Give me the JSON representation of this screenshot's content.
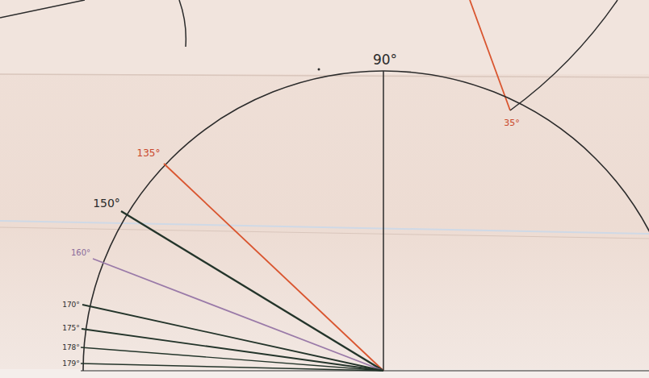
{
  "diagram": {
    "labels": [
      "90°",
      "35°",
      "135°",
      "150°",
      "160°",
      "170°",
      "175°",
      "178°",
      "179°"
    ]
  }
}
